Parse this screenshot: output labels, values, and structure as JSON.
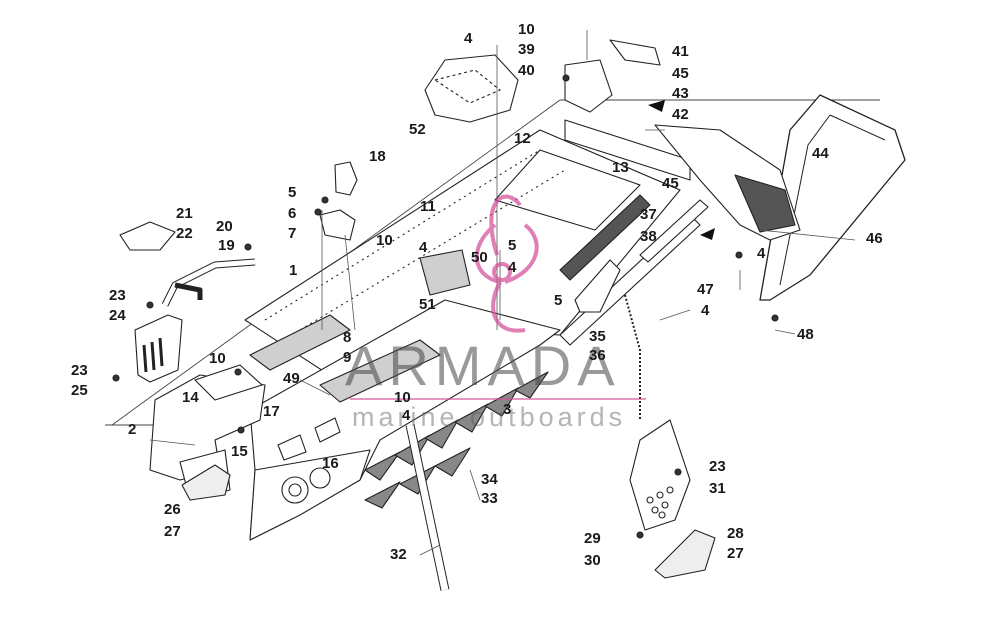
{
  "callouts": [
    {
      "id": "c1",
      "text": "1"
    },
    {
      "id": "c2",
      "text": "2"
    },
    {
      "id": "c3",
      "text": "3"
    },
    {
      "id": "c4a",
      "text": "4"
    },
    {
      "id": "c4b",
      "text": "4"
    },
    {
      "id": "c4c",
      "text": "4"
    },
    {
      "id": "c4d",
      "text": "4"
    },
    {
      "id": "c4e",
      "text": "4"
    },
    {
      "id": "c4f",
      "text": "4"
    },
    {
      "id": "c5a",
      "text": "5"
    },
    {
      "id": "c5b",
      "text": "5"
    },
    {
      "id": "c5c",
      "text": "5"
    },
    {
      "id": "c6",
      "text": "6"
    },
    {
      "id": "c7",
      "text": "7"
    },
    {
      "id": "c8",
      "text": "8"
    },
    {
      "id": "c9",
      "text": "9"
    },
    {
      "id": "c10a",
      "text": "10"
    },
    {
      "id": "c10b",
      "text": "10"
    },
    {
      "id": "c10c",
      "text": "10"
    },
    {
      "id": "c10d",
      "text": "10"
    },
    {
      "id": "c11",
      "text": "11"
    },
    {
      "id": "c12",
      "text": "12"
    },
    {
      "id": "c13",
      "text": "13"
    },
    {
      "id": "c14",
      "text": "14"
    },
    {
      "id": "c15",
      "text": "15"
    },
    {
      "id": "c16",
      "text": "16"
    },
    {
      "id": "c17",
      "text": "17"
    },
    {
      "id": "c18",
      "text": "18"
    },
    {
      "id": "c19",
      "text": "19"
    },
    {
      "id": "c20",
      "text": "20"
    },
    {
      "id": "c21",
      "text": "21"
    },
    {
      "id": "c22",
      "text": "22"
    },
    {
      "id": "c23a",
      "text": "23"
    },
    {
      "id": "c23b",
      "text": "23"
    },
    {
      "id": "c23c",
      "text": "23"
    },
    {
      "id": "c24",
      "text": "24"
    },
    {
      "id": "c25",
      "text": "25"
    },
    {
      "id": "c26",
      "text": "26"
    },
    {
      "id": "c27a",
      "text": "27"
    },
    {
      "id": "c27b",
      "text": "27"
    },
    {
      "id": "c28",
      "text": "28"
    },
    {
      "id": "c29",
      "text": "29"
    },
    {
      "id": "c30",
      "text": "30"
    },
    {
      "id": "c31",
      "text": "31"
    },
    {
      "id": "c32",
      "text": "32"
    },
    {
      "id": "c33",
      "text": "33"
    },
    {
      "id": "c34",
      "text": "34"
    },
    {
      "id": "c35",
      "text": "35"
    },
    {
      "id": "c36",
      "text": "36"
    },
    {
      "id": "c37",
      "text": "37"
    },
    {
      "id": "c38",
      "text": "38"
    },
    {
      "id": "c39",
      "text": "39"
    },
    {
      "id": "c40",
      "text": "40"
    },
    {
      "id": "c41",
      "text": "41"
    },
    {
      "id": "c42",
      "text": "42"
    },
    {
      "id": "c43",
      "text": "43"
    },
    {
      "id": "c44",
      "text": "44"
    },
    {
      "id": "c45a",
      "text": "45"
    },
    {
      "id": "c45b",
      "text": "45"
    },
    {
      "id": "c46",
      "text": "46"
    },
    {
      "id": "c47",
      "text": "47"
    },
    {
      "id": "c48",
      "text": "48"
    },
    {
      "id": "c49",
      "text": "49"
    },
    {
      "id": "c50",
      "text": "50"
    },
    {
      "id": "c51",
      "text": "51"
    },
    {
      "id": "c52",
      "text": "52"
    }
  ],
  "watermark": {
    "title": "ARMADA",
    "subtitle": "marine outboards",
    "accent_color": "#d24a96"
  },
  "colors": {
    "line": "#222222",
    "fill": "#ffffff",
    "shade": "#bdbdbd"
  }
}
